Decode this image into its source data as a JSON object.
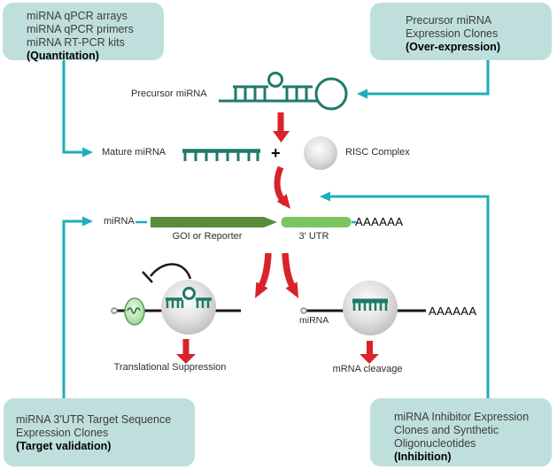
{
  "callout_boxes": {
    "quantitation": {
      "lines": [
        "miRNA qPCR arrays",
        "miRNA qPCR primers",
        "miRNA RT-PCR kits"
      ],
      "emphasis": "(Quantitation)"
    },
    "over_expression": {
      "lines": [
        "Precursor miRNA",
        "Expression Clones"
      ],
      "emphasis": "(Over-expression)"
    },
    "target_validation": {
      "lines": [
        "miRNA 3'UTR Target Sequence",
        "Expression Clones"
      ],
      "emphasis": "(Target validation)"
    },
    "inhibition": {
      "lines": [
        "miRNA Inhibitor Expression",
        "Clones and Synthetic",
        "Oligonucleotides"
      ],
      "emphasis": "(Inhibition)"
    }
  },
  "pathway_labels": {
    "precursor_mirna": "Precursor miRNA",
    "mature_mirna": "Mature miRNA",
    "plus_sign": "+",
    "risc_complex": "RISC Complex",
    "mirna_reporter": "miRNA",
    "goi_or_reporter": "GOI or Reporter",
    "three_prime_utr": "3' UTR",
    "poly_a_reporter": "AAAAAA",
    "mirna_target": "miRNA",
    "poly_a_target": "AAAAAA",
    "translational_suppression": "Translational Suppression",
    "mrna_cleavage": "mRNA cleavage"
  },
  "icons": {
    "pre_mirna_hairpin": "pre-mirna-hairpin-icon",
    "mature_mirna_strand": "mature-mirna-comb-icon",
    "risc_sphere": "risc-sphere-icon",
    "ribosome": "ribosome-icon",
    "inhibition_arc": "inhibition-arc-icon",
    "down_arrow": "red-down-arrow-icon"
  },
  "colors": {
    "callout_bg": "#bfdfdd",
    "connector_teal": "#1fadba",
    "structure_teal": "#1f7a69",
    "arrow_red": "#d8232a",
    "goi_green": "#5a8c3c",
    "utr_green": "#7cc560",
    "line_black": "#1a1a1a",
    "text_dark": "#3c3c3c"
  }
}
